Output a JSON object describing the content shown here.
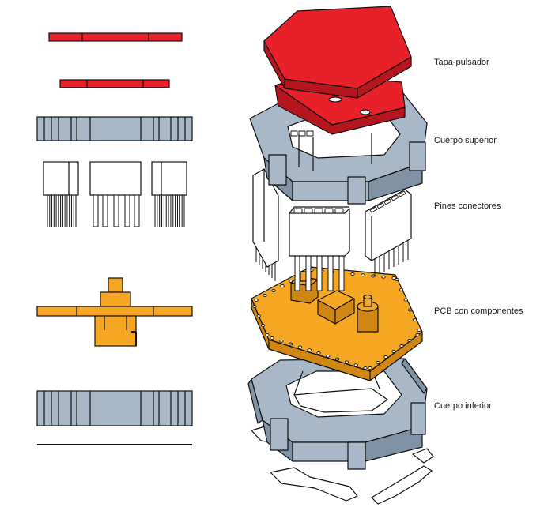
{
  "labels": {
    "tapa": "Tapa-pulsador",
    "cuerpo_superior": "Cuerpo superior",
    "pines": "Pines conectores",
    "pcb": "PCB con componentes",
    "cuerpo_inferior": "Cuerpo inferior"
  },
  "colors": {
    "red": "#e8202a",
    "red_dark": "#b5161d",
    "orange": "#f5a623",
    "orange_dark": "#d08612",
    "grey": "#a8b8c8",
    "grey_dark": "#7f92a6",
    "outline": "#111111"
  }
}
